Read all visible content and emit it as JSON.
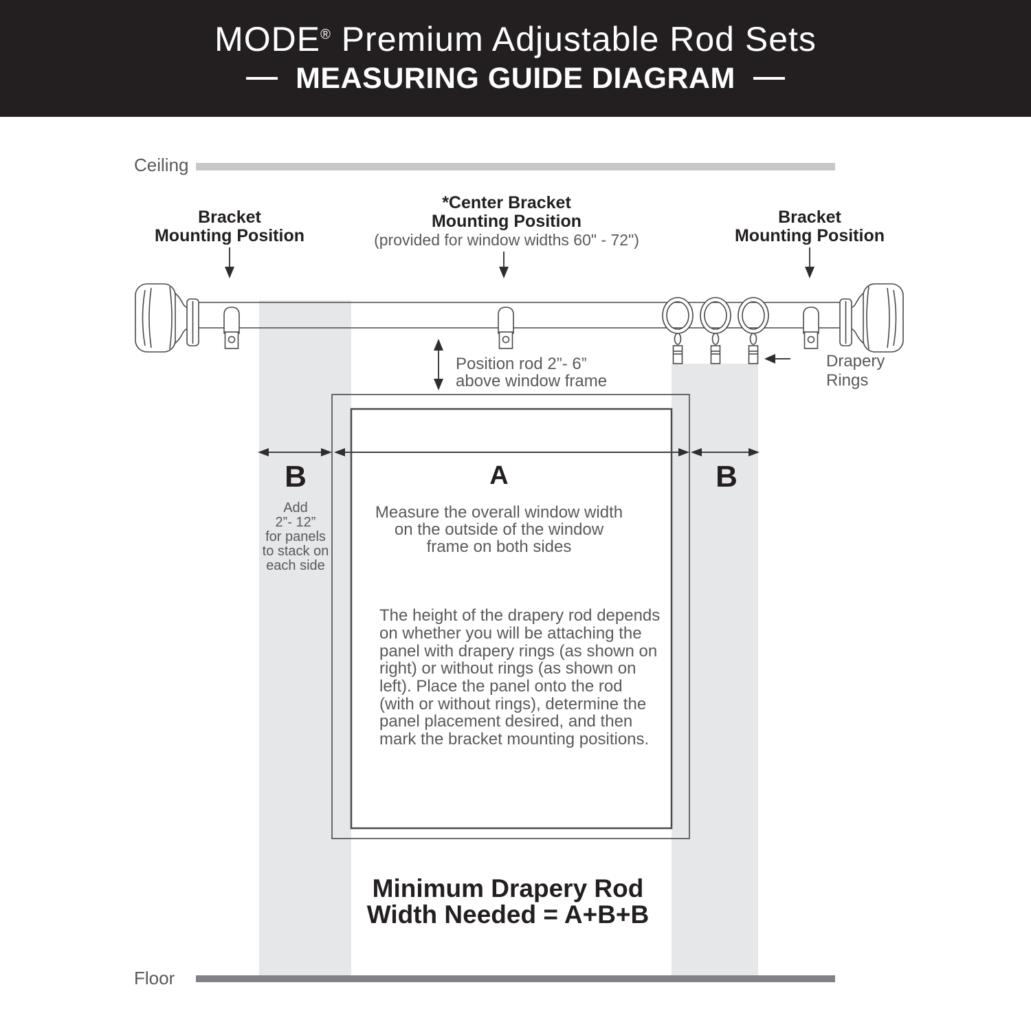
{
  "header": {
    "brand": "MODE",
    "registered": "®",
    "title_rest": " Premium Adjustable Rod Sets",
    "subtitle": "MEASURING GUIDE DIAGRAM"
  },
  "scene": {
    "ceiling_label": "Ceiling",
    "floor_label": "Floor"
  },
  "callouts": {
    "bracket_left": {
      "line1": "Bracket",
      "line2": "Mounting Position"
    },
    "bracket_center": {
      "line1": "*Center Bracket",
      "line2": "Mounting Position",
      "note": "(provided for window widths 60\" - 72\")"
    },
    "bracket_right": {
      "line1": "Bracket",
      "line2": "Mounting Position"
    },
    "drapery_rings": {
      "line1": "Drapery",
      "line2": "Rings"
    },
    "position_rod": {
      "line1": "Position rod 2”- 6”",
      "line2": "above window frame"
    }
  },
  "dimensions": {
    "b_left": "B",
    "a": "A",
    "b_right": "B",
    "b_note_lines": [
      "Add",
      "2”- 12”",
      "for panels",
      "to stack on",
      "each side"
    ],
    "a_note_lines": [
      "Measure the overall window width",
      "on the outside of the window",
      "frame on both sides"
    ]
  },
  "body_text_lines": [
    "The height of the drapery rod depends",
    "on whether you will be attaching the",
    "panel with drapery rings (as shown on",
    "right) or without rings (as shown on",
    "left). Place the panel onto the rod",
    "(with or without rings), determine the",
    "panel placement desired, and then",
    "mark the bracket mounting positions."
  ],
  "footer": {
    "line1": "Minimum Drapery Rod",
    "line2": "Width Needed = A+B+B"
  },
  "colors": {
    "banner": "#231f20",
    "outline": "#4a494b",
    "text_gray": "#58595b",
    "text_dark": "#231f20",
    "panel_gray": "#e6e7e8",
    "ceiling_bar": "#c7c8ca",
    "floor_bar": "#808285"
  }
}
